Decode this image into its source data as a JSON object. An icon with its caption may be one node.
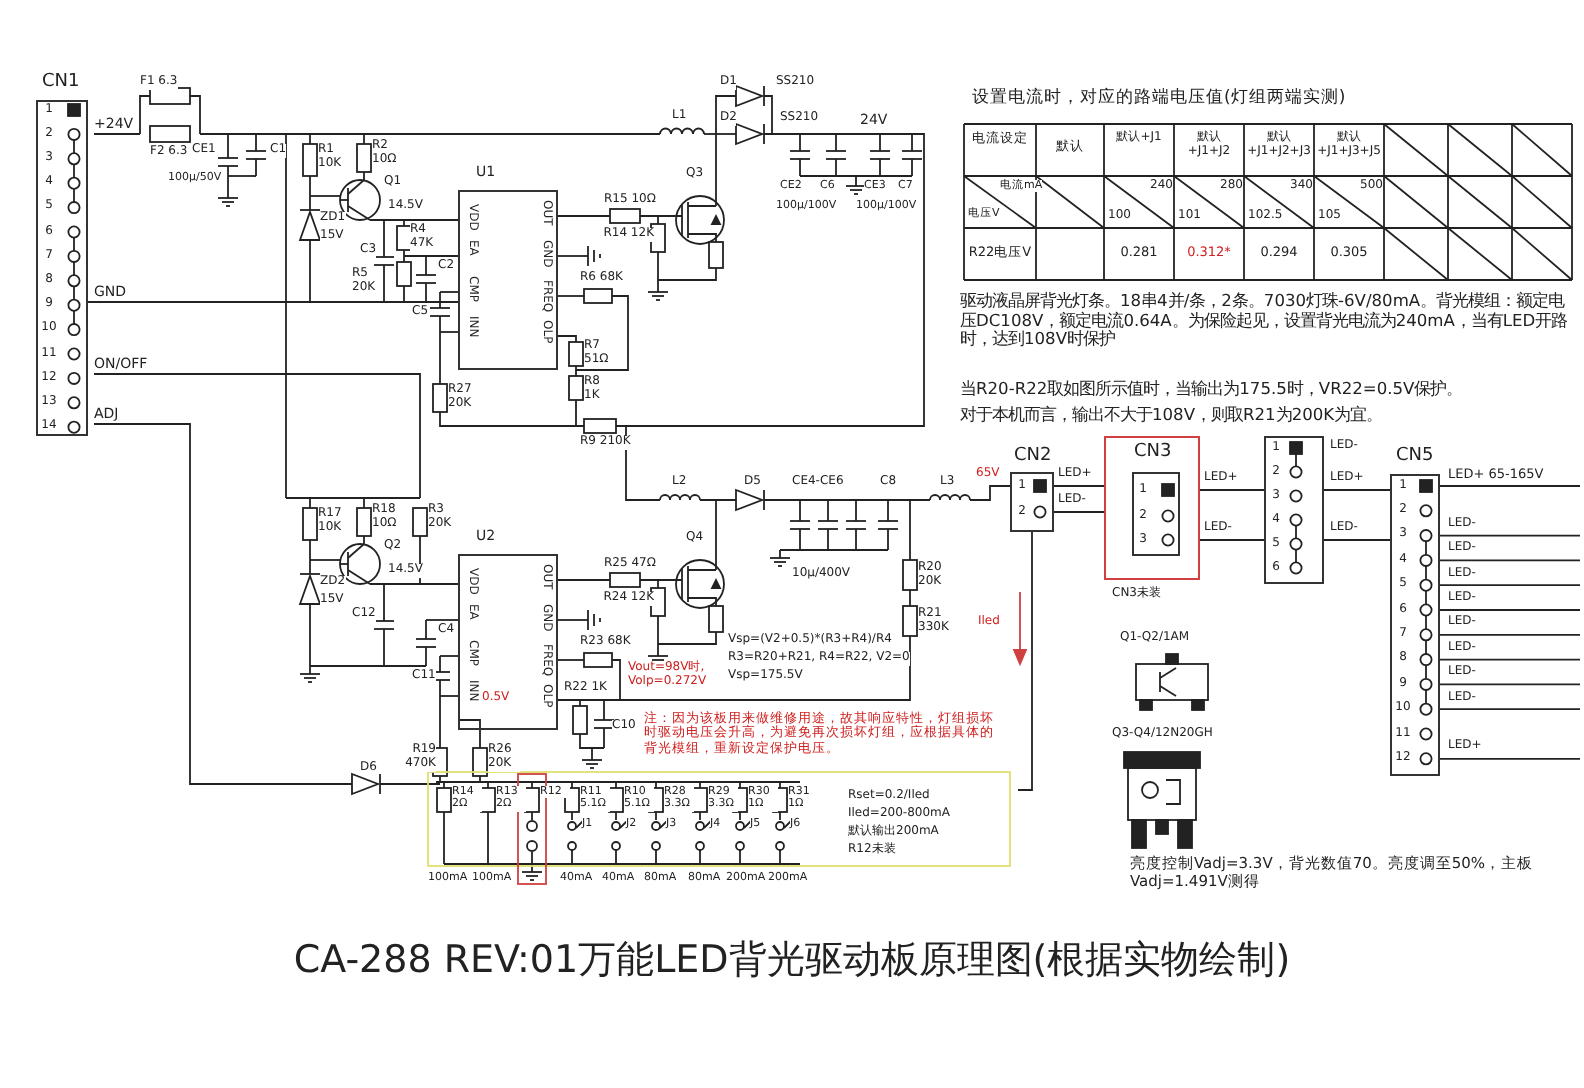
{
  "diagram": {
    "title": "CA-288 REV:01万能LED背光驱动板原理图(根据实物绘制)",
    "nodes": [
      {
        "text": [
          "CN1",
          "1",
          "2",
          "3",
          "4",
          "5",
          "6",
          "7",
          "8",
          "9",
          "10",
          "11",
          "12",
          "13",
          "14"
        ]
      },
      {
        "text": [
          "U1",
          "VDD",
          "EA",
          "CMP",
          "INN",
          "OUT",
          "GND",
          "FREQ",
          "OLP"
        ]
      },
      {
        "text": [
          "U2",
          "VDD",
          "EA",
          "CMP",
          "INN",
          "OUT",
          "GND",
          "FREQ",
          "OLP"
        ]
      },
      {
        "text": [
          "CN2",
          "1",
          "2"
        ]
      },
      {
        "text": [
          "CN3",
          "1",
          "2",
          "3"
        ],
        "beside": [
          "CN3未装"
        ]
      },
      {
        "text": [
          "1",
          "2",
          "3",
          "4",
          "5",
          "6"
        ]
      },
      {
        "text": [
          "CN5",
          "1",
          "2",
          "3",
          "4",
          "5",
          "6",
          "7",
          "8",
          "9",
          "10",
          "11",
          "12"
        ]
      }
    ],
    "edges": [
      {
        "from": 0,
        "to": 1,
        "arrow": "none"
      },
      {
        "from": 3,
        "to": 4,
        "arrow": "none"
      },
      {
        "from": 3,
        "to": 4,
        "arrow": "none"
      },
      {
        "from": 4,
        "to": 5,
        "arrow": "none"
      },
      {
        "from": 4,
        "to": 5,
        "arrow": "none"
      },
      {
        "from": 5,
        "to": 6,
        "arrow": "none"
      },
      {
        "from": 5,
        "to": 6,
        "arrow": "none"
      }
    ],
    "labels": [
      "F1 6.3",
      "+24V",
      "F2 6.3",
      "CE1",
      "100μ/50V",
      "C1",
      "R1 10K",
      "R2 10Ω",
      "Q1",
      "14.5V",
      "ZD1",
      "15V",
      "C3",
      "R4 47K",
      "C2",
      "R5 20K",
      "C5",
      "L1",
      "D1",
      "SS210",
      "D2",
      "SS210",
      "24V",
      "CE2",
      "C6",
      "CE3",
      "C7",
      "100μ/100V",
      "100μ/100V",
      "Q3",
      "R15 10Ω",
      "R14 12K",
      "R6 68K",
      "R7 51Ω",
      "R8 1K",
      "R9 210K",
      "R27 20K",
      "GND",
      "ON/OFF",
      "ADJ",
      "R17 10K",
      "R18 10Ω",
      "R3 20K",
      "Q2",
      "14.5V",
      "ZD2",
      "15V",
      "C12",
      "C4",
      "L2",
      "D5",
      "CE4-CE6",
      "C8",
      "10μ/400V",
      "L3",
      "65V",
      "Q4",
      "R25 47Ω",
      "R24 12K",
      "R20 20K",
      "R21 330K",
      "Vsp=(V2+0.5)*(R3+R4)/R4",
      "R3=R20+R21, R4=R22, V2=0",
      "Vsp=175.5V",
      "R23 68K",
      "Vout=98V时, Volp=0.272V",
      "0.5V",
      "R22 1K",
      "C10",
      "注：因为该板用来做维修用途，故其响应特性，灯组损坏时驱动电压会升高，为避免再次损坏灯组，应根据具体的背光模组，重新设定保护电压。",
      "C11",
      "D6",
      "R19 470K",
      "R26 20K",
      "R14 2Ω",
      "R13 2Ω",
      "R12",
      "R11 5.1Ω",
      "R10 5.1Ω",
      "R28 3.3Ω",
      "R29 3.3Ω",
      "R30 1Ω",
      "R31 1Ω",
      "J1",
      "J2",
      "J3",
      "J4",
      "J5",
      "J6",
      "Rset=0.2/Iled",
      "Iled=200-800mA",
      "默认输出200mA",
      "R12未装",
      "100mA",
      "100mA",
      "40mA",
      "40mA",
      "80mA",
      "80mA",
      "200mA",
      "200mA",
      "Iled",
      "LED+",
      "LED-",
      "LED+",
      "LED-",
      "LED-",
      "LED+",
      "LED-",
      "LED+ 65-165V",
      "LED-",
      "LED-",
      "LED-",
      "LED-",
      "LED-",
      "LED-",
      "LED-",
      "LED-",
      "LED+",
      "Q1-Q2/1AM",
      "Q3-Q4/12N20GH",
      "亮度控制Vadj=3.3V，背光数值70。亮度调至50%，主板Vadj=1.491V测得",
      "设置电流时，对应的路端电压值(灯组两端实测)",
      "电流设定",
      "默认",
      "默认+J1",
      "默认+J1+J2",
      "默认+J1+J2+J3",
      "默认+J1+J3+J5",
      "电流mA",
      "电压V",
      "240",
      "100",
      "280",
      "101",
      "340",
      "102.5",
      "500",
      "105",
      "R22电压V",
      "0.281",
      "0.312*",
      "0.294",
      "0.305",
      "驱动液晶屏背光灯条。18串4并/条，2条。7030灯珠-6V/80mA。背光模组：额定电压DC108V，额定电流0.64A。为保险起见，设置背光电流为240mA，当有LED开路时，达到108V时保护",
      "当R20-R22取如图所示值时，当输出为175.5时，VR22=0.5V保护。",
      "对于本机而言，输出不大于108V，则取R21为200K为宜。"
    ]
  }
}
